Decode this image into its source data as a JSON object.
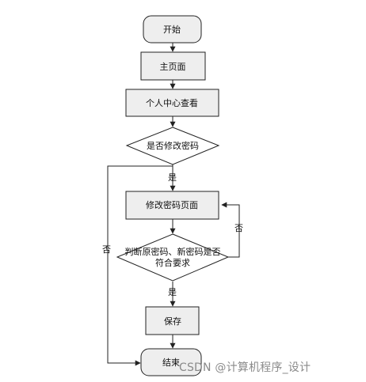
{
  "nodes": {
    "start": "开始",
    "main_page": "主页面",
    "personal_center": "个人中心查看",
    "change_pwd_q": "是否修改密码",
    "change_pwd_page": "修改密码页面",
    "check_line1": "判断原密码、新密码是否",
    "check_line2": "符合要求",
    "save": "保存",
    "end": "结束"
  },
  "edge_labels": {
    "yes_1": "是",
    "no_1": "否",
    "no_2": "否",
    "yes_2": "是"
  },
  "watermark": "CSDN @计算机程序_设计",
  "colors": {
    "box_fill": "#eeeeee",
    "stroke": "#222222"
  }
}
